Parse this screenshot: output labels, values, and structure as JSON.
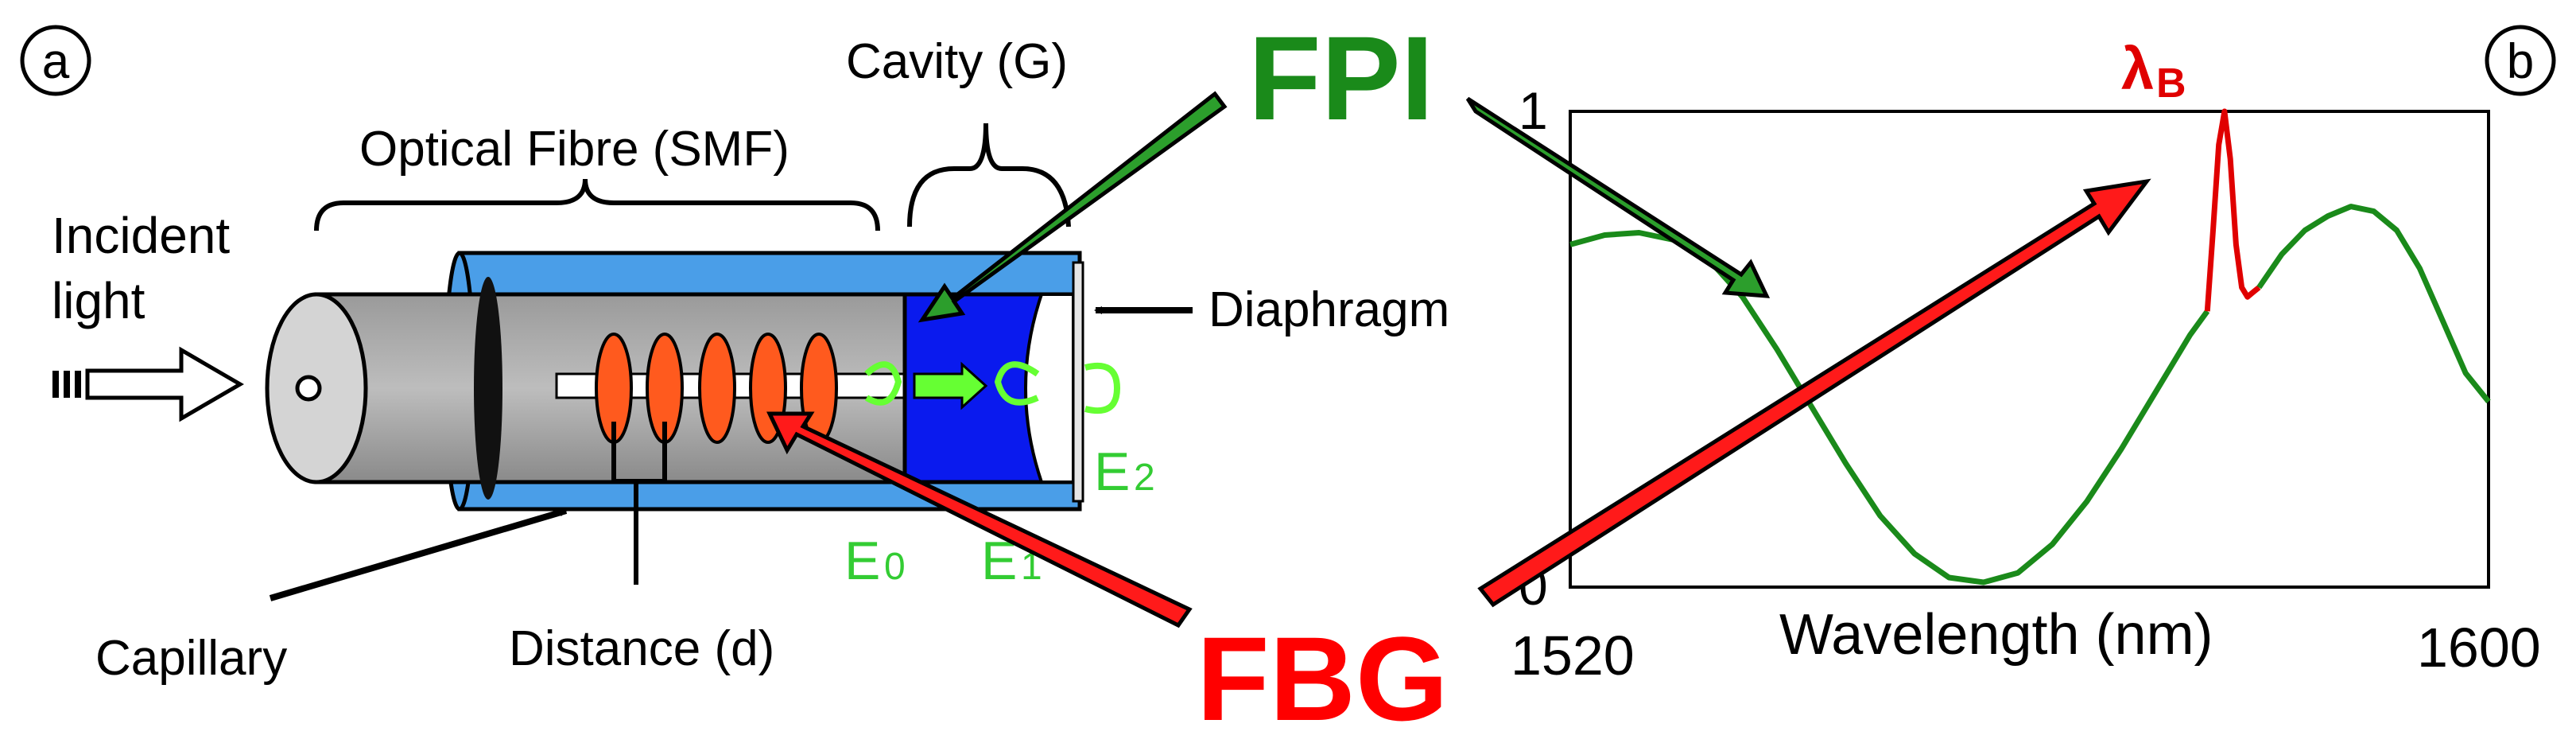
{
  "panel_a": {
    "badge": "a",
    "labels": {
      "incident_light": [
        "Incident",
        "light"
      ],
      "optical_fibre": "Optical Fibre (SMF)",
      "cavity": "Cavity (G)",
      "diaphragm": "Diaphragm",
      "capillary": "Capillary",
      "distance": "Distance (d)",
      "e0": "E",
      "e0_sub": "0",
      "e1": "E",
      "e1_sub": "1",
      "e2": "E",
      "e2_sub": "2"
    }
  },
  "center": {
    "fpi": "FPI",
    "fbg": "FBG"
  },
  "panel_b": {
    "badge": "b",
    "peak_label": "λ",
    "peak_sub": "B",
    "chart_data": {
      "type": "line",
      "xlabel": "Wavelength (nm)",
      "ylabel": "",
      "xlim": [
        1520,
        1600
      ],
      "ylim": [
        0,
        1
      ],
      "x_ticks": [
        "1520",
        "1600"
      ],
      "y_ticks": [
        "0",
        "1"
      ],
      "series": [
        {
          "color": "#1a8a1a",
          "x": [
            1520,
            1523,
            1526,
            1529,
            1532,
            1535,
            1538,
            1541,
            1544,
            1547,
            1550,
            1553,
            1556,
            1559,
            1562,
            1565,
            1568,
            1571,
            1574,
            1575.5
          ],
          "y": [
            0.72,
            0.74,
            0.745,
            0.73,
            0.69,
            0.61,
            0.5,
            0.38,
            0.26,
            0.15,
            0.07,
            0.02,
            0.01,
            0.03,
            0.09,
            0.18,
            0.29,
            0.41,
            0.53,
            0.58
          ]
        },
        {
          "color": "#e00000",
          "x": [
            1575.5,
            1576.0,
            1576.5,
            1577.0,
            1577.5,
            1578.0,
            1578.5,
            1579.0,
            1579.5,
            1580.0
          ],
          "y": [
            0.58,
            0.75,
            0.93,
            1.0,
            0.9,
            0.72,
            0.63,
            0.61,
            0.62,
            0.63
          ]
        },
        {
          "color": "#1a8a1a",
          "x": [
            1580,
            1582,
            1584,
            1586,
            1588,
            1590,
            1592,
            1594,
            1596,
            1598,
            1600
          ],
          "y": [
            0.63,
            0.7,
            0.75,
            0.78,
            0.8,
            0.79,
            0.75,
            0.67,
            0.56,
            0.45,
            0.39
          ]
        }
      ]
    }
  },
  "colors": {
    "fpi": "#1a8a1a",
    "fbg": "#ff0000",
    "e_labels": "#33cc33",
    "capillary": "#4a9ee8",
    "cavity": "#0a1aee",
    "grating": "#ff5a1e"
  }
}
